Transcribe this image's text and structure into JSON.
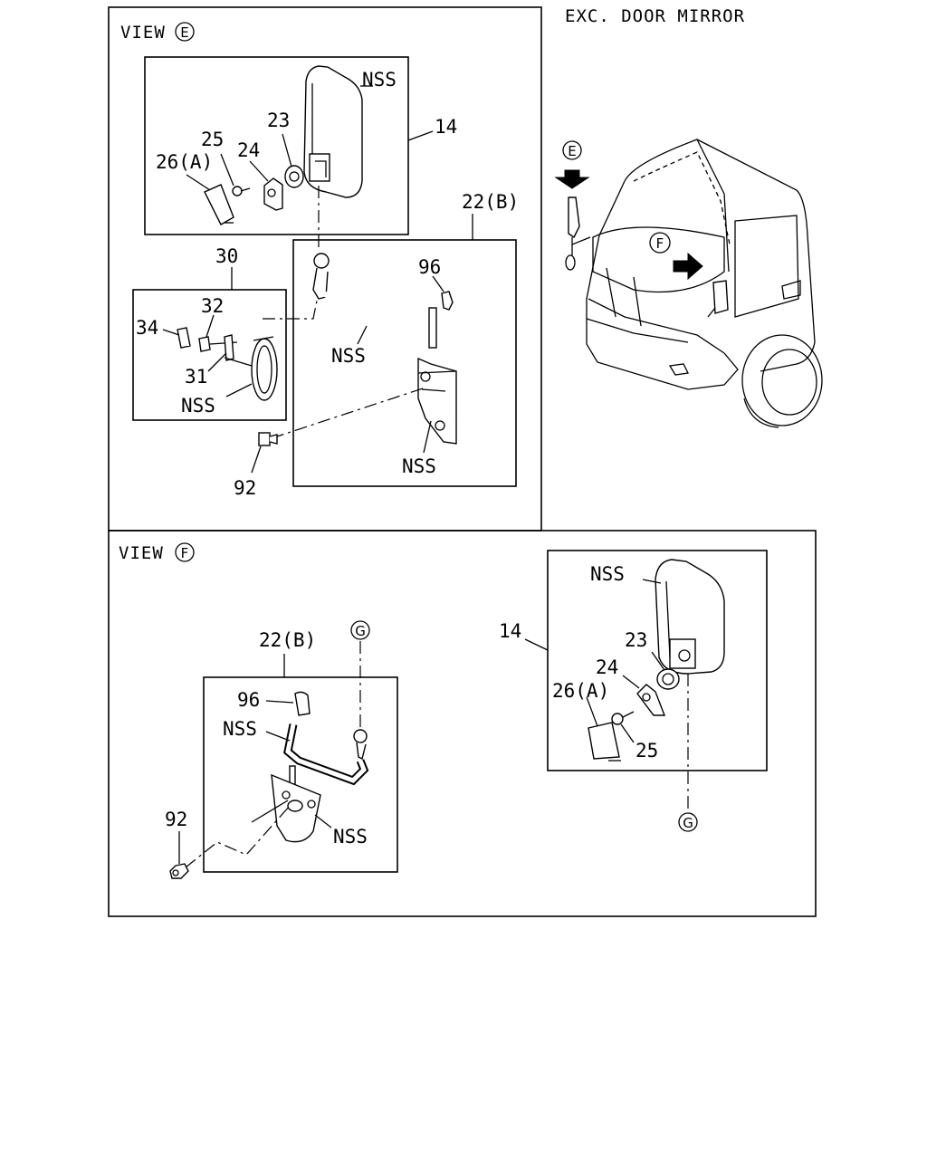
{
  "header": {
    "title": "EXC. DOOR MIRROR"
  },
  "view_e": {
    "view_label": "VIEW",
    "view_marker": "E",
    "labels": {
      "p14": "14",
      "p23": "23",
      "p24": "24",
      "p25": "25",
      "p26a": "26(A)",
      "nss_mirror": "NSS",
      "p22b": "22(B)",
      "p96": "96",
      "nss_arm": "NSS",
      "nss_bracket": "NSS",
      "p92": "92",
      "p30": "30",
      "p32": "32",
      "p34": "34",
      "p31": "31",
      "nss_clamp": "NSS"
    }
  },
  "truck": {
    "marker_e": "E",
    "marker_f": "F"
  },
  "view_f": {
    "view_label": "VIEW",
    "view_marker": "F",
    "labels": {
      "p22b": "22(B)",
      "g_top": "G",
      "p96": "96",
      "nss_arm": "NSS",
      "nss_bracket": "NSS",
      "p92": "92",
      "p14": "14",
      "nss_mirror": "NSS",
      "p23": "23",
      "p24": "24",
      "p26a": "26(A)",
      "p25": "25",
      "g_bottom": "G"
    }
  }
}
